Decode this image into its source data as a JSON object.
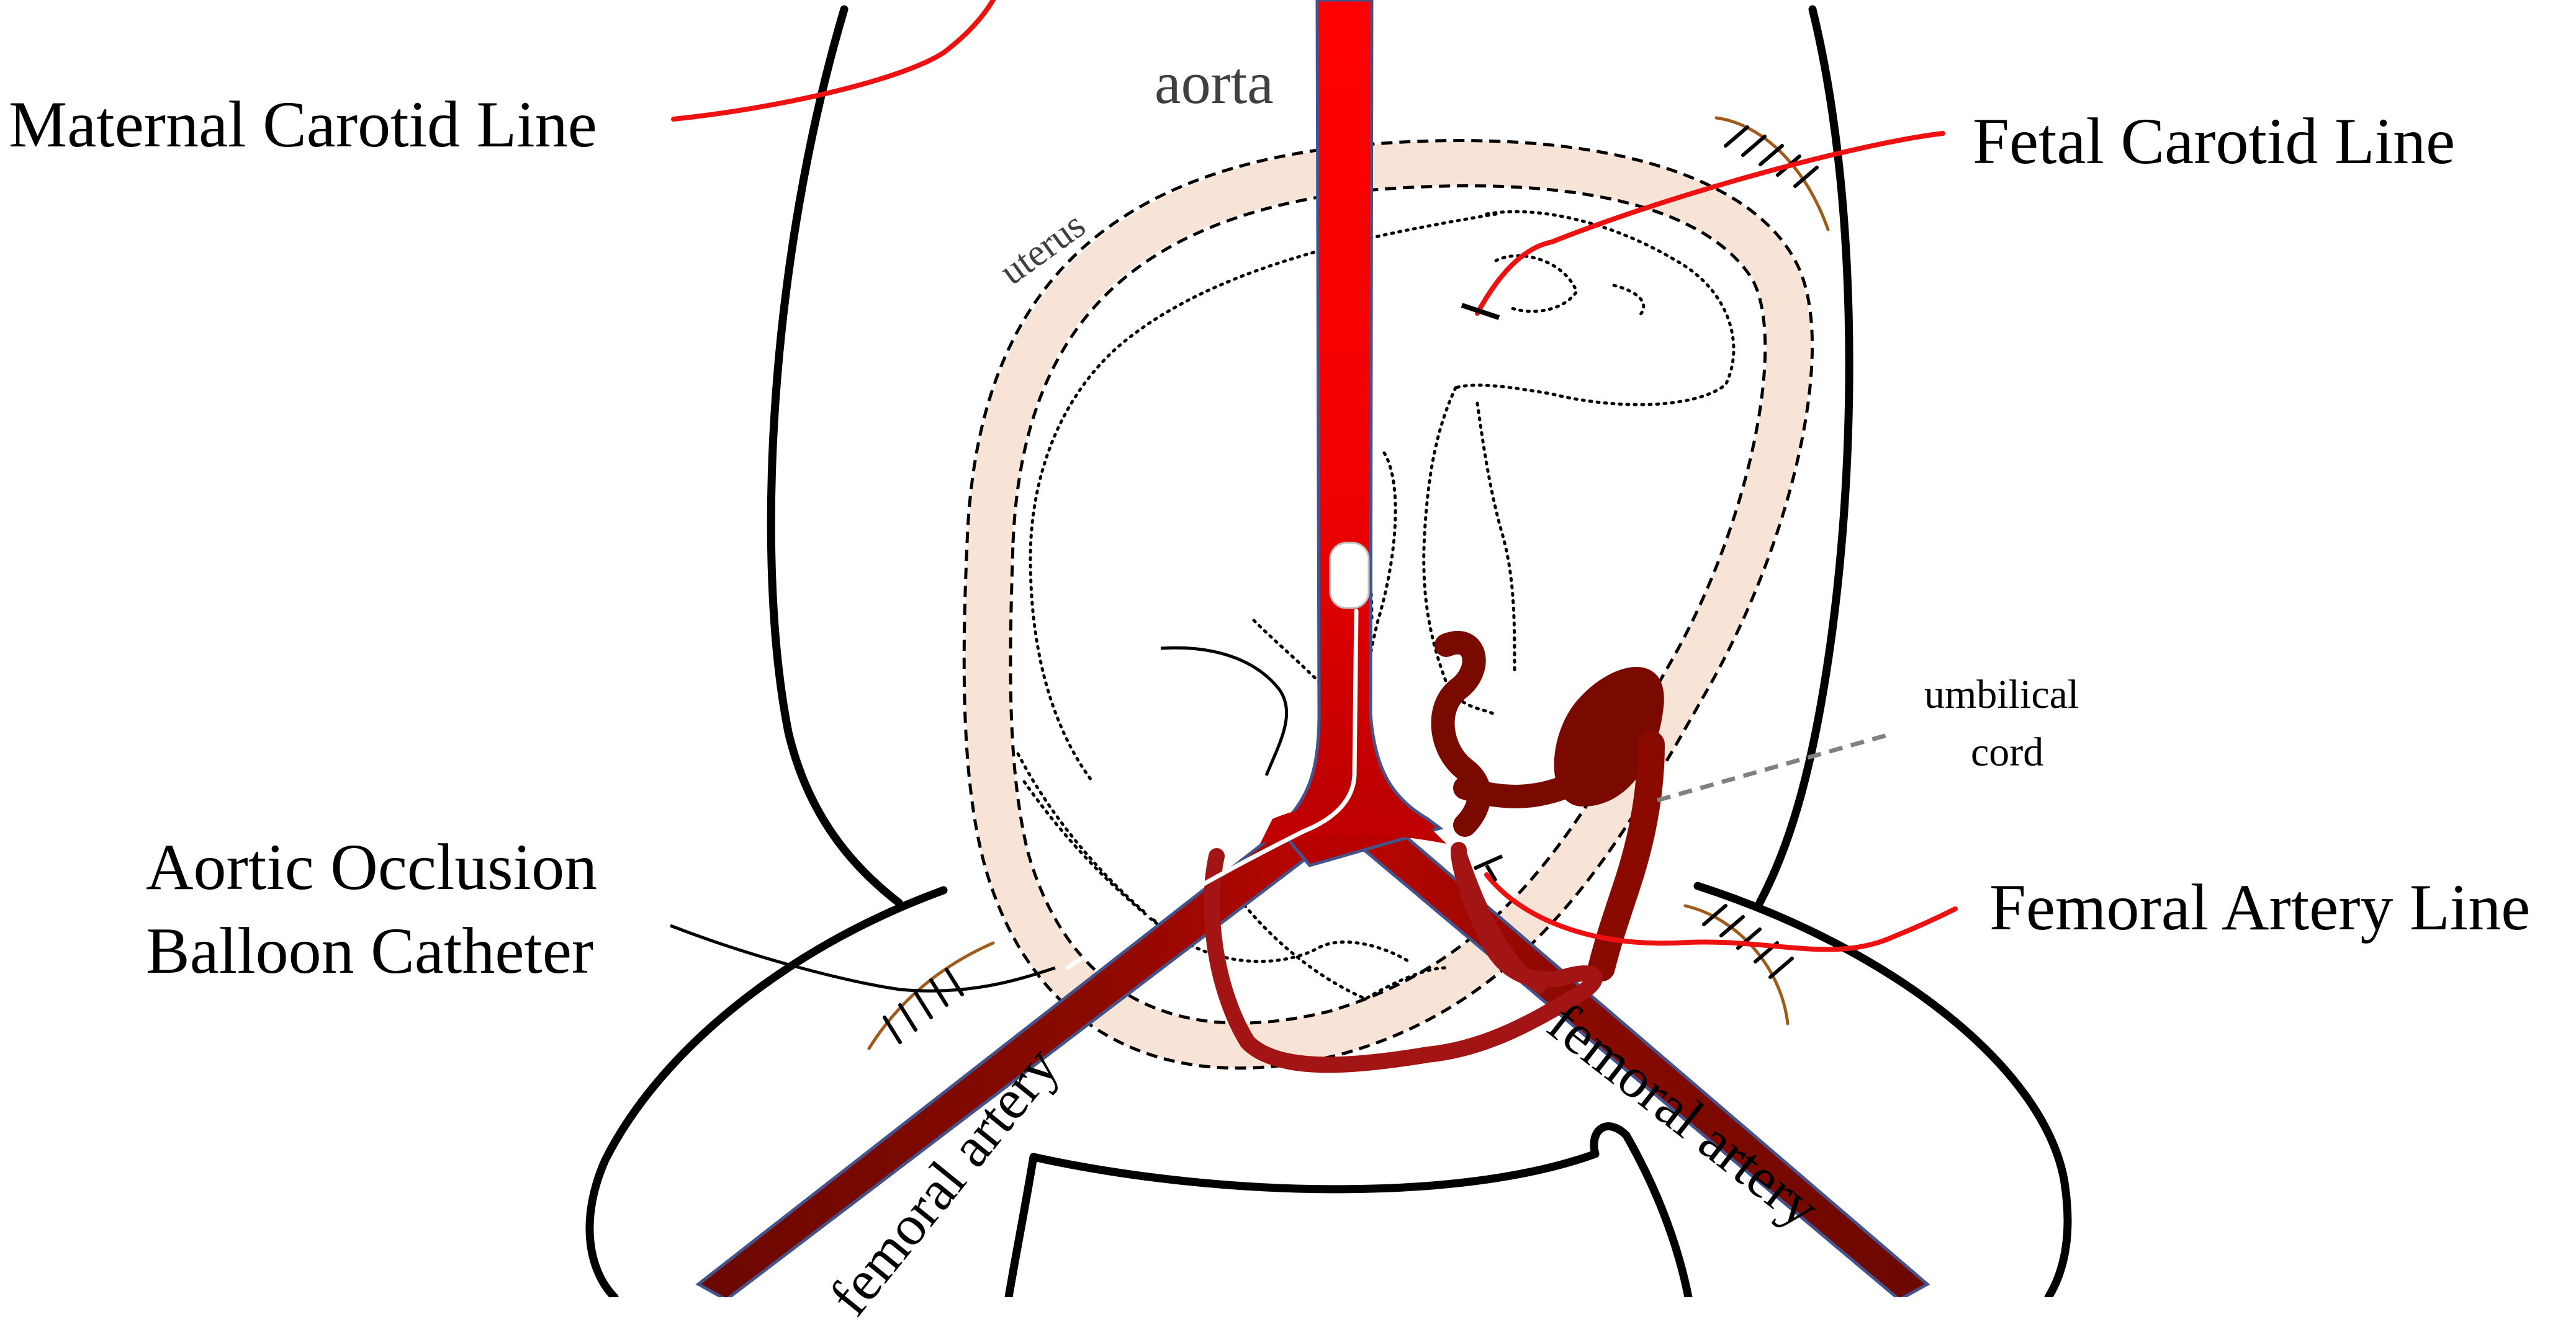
{
  "labels": {
    "maternal_carotid_line": "Maternal Carotid Line",
    "fetal_carotid_line": "Fetal Carotid Line",
    "aorta": "aorta",
    "uterus": "uterus",
    "umbilical_cord_line1": "umbilical",
    "umbilical_cord_line2": "cord",
    "aortic_occlusion_line1": "Aortic Occlusion",
    "aortic_occlusion_line2": "Balloon Catheter",
    "femoral_artery_line": "Femoral Artery Line",
    "femoral_artery_left": "femoral artery",
    "femoral_artery_right": "femoral artery"
  },
  "colors": {
    "catheter_line": "#ee1111",
    "aorta": "#ff0000",
    "vessel_dark": "#7a0a00",
    "uterus_wall": "#f8e4d6",
    "outline": "#000000",
    "suture": "#a05a1a",
    "umbilical_pointer": "#808080"
  }
}
